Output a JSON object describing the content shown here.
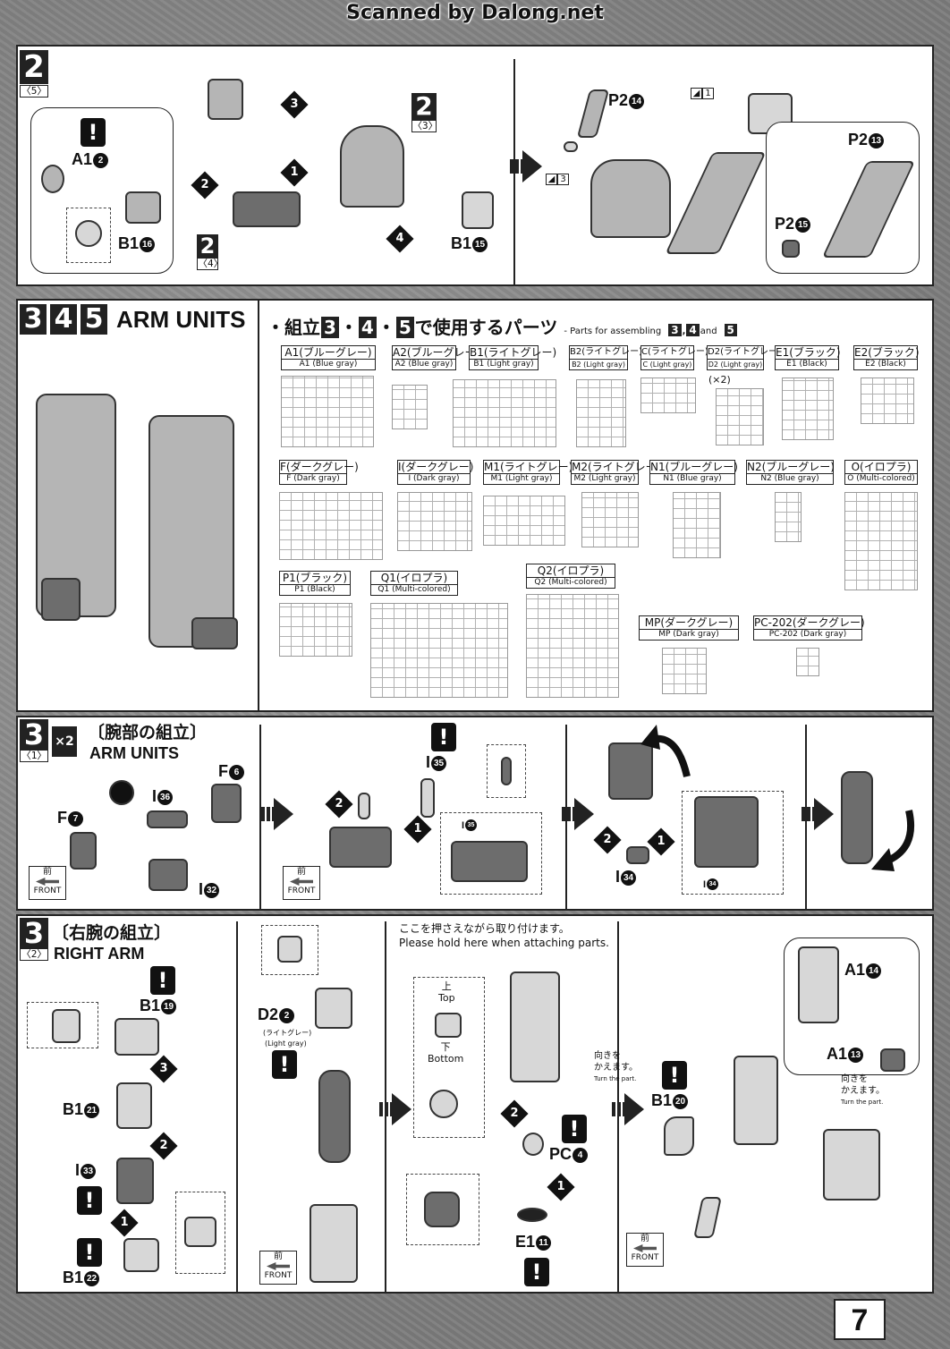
{
  "header": {
    "credit": "Scanned by Dalong.net"
  },
  "step2": {
    "number": "2",
    "sub": "5",
    "inner_step": {
      "number": "2",
      "sub": "3"
    },
    "inner_step_left": {
      "number": "2",
      "sub": "4"
    },
    "parts": {
      "a1": "A1",
      "a1_n": "2",
      "b1a": "B1",
      "b1a_n": "16",
      "b1b": "B1",
      "b1b_n": "15",
      "p2a": "P2",
      "p2a_n": "14",
      "p2b": "P2",
      "p2b_n": "13",
      "p2c": "P2",
      "p2c_n": "15"
    },
    "seq": [
      "1",
      "2",
      "3",
      "4"
    ],
    "tags": [
      "1",
      "3"
    ]
  },
  "step345": {
    "nums": [
      "3",
      "4",
      "5"
    ],
    "title": "ARM UNITS",
    "parts_heading_jp_pre": "・組立",
    "parts_heading_jp_post": "で使用するパーツ",
    "parts_heading_en": "- Parts for assembling",
    "parts_heading_and": "and",
    "runners": [
      {
        "jp": "A1(ブルーグレー)",
        "en": "A1 (Blue gray)"
      },
      {
        "jp": "A2(ブルーグレー)",
        "en": "A2 (Blue gray)"
      },
      {
        "jp": "B1(ライトグレー)",
        "en": "B1 (Light gray)"
      },
      {
        "jp": "B2(ライトグレー)",
        "en": "B2 (Light gray)"
      },
      {
        "jp": "C(ライトグレー)",
        "en": "C (Light gray)"
      },
      {
        "jp": "D2(ライトグレー)",
        "en": "D2 (Light gray)"
      },
      {
        "jp": "E1(ブラック)",
        "en": "E1 (Black)"
      },
      {
        "jp": "E2(ブラック)",
        "en": "E2 (Black)"
      },
      {
        "jp": "F(ダークグレー)",
        "en": "F (Dark gray)"
      },
      {
        "jp": "I(ダークグレー)",
        "en": "I (Dark gray)"
      },
      {
        "jp": "M1(ライトグレー)",
        "en": "M1 (Light gray)"
      },
      {
        "jp": "M2(ライトグレー)",
        "en": "M2 (Light gray)"
      },
      {
        "jp": "N1(ブルーグレー)",
        "en": "N1 (Blue gray)"
      },
      {
        "jp": "N2(ブルーグレー)",
        "en": "N2 (Blue gray)"
      },
      {
        "jp": "O(イロプラ)",
        "en": "O (Multi-colored)"
      },
      {
        "jp": "P1(ブラック)",
        "en": "P1 (Black)"
      },
      {
        "jp": "Q1(イロプラ)",
        "en": "Q1 (Multi-colored)"
      },
      {
        "jp": "Q2(イロプラ)",
        "en": "Q2 (Multi-colored)"
      },
      {
        "jp": "MP(ダークグレー)",
        "en": "MP (Dark gray)"
      },
      {
        "jp": "PC-202(ダークグレー)",
        "en": "PC-202 (Dark gray)"
      }
    ],
    "d2_multiplier": "(×2)"
  },
  "step3_1": {
    "number": "3",
    "sub": "1",
    "multiplier": "×2",
    "title_jp": "〔腕部の組立〕",
    "title_en": "ARM UNITS",
    "parts": {
      "f6": "F",
      "f6_n": "6",
      "f7": "F",
      "f7_n": "7",
      "i36": "I",
      "i36_n": "36",
      "i32": "I",
      "i32_n": "32",
      "i35": "I",
      "i35_n": "35",
      "i35b": "I",
      "i35b_n": "35",
      "i34": "I",
      "i34_n": "34",
      "i34b": "I",
      "i34b_n": "34"
    },
    "front_kanji": "前",
    "front_en": "FRONT"
  },
  "step3_2": {
    "number": "3",
    "sub": "2",
    "title_jp": "〔右腕の組立〕",
    "title_en": "RIGHT ARM",
    "parts": {
      "b1_19": "B1",
      "b1_19_n": "19",
      "b1_21": "B1",
      "b1_21_n": "21",
      "i33": "I",
      "i33_n": "33",
      "b1_22": "B1",
      "b1_22_n": "22",
      "d2": "D2",
      "d2_n": "2",
      "pc4": "PC",
      "pc4_n": "4",
      "e1": "E1",
      "e1_n": "11",
      "b1_20": "B1",
      "b1_20_n": "20",
      "a1_14": "A1",
      "a1_14_n": "14",
      "a1_13": "A1",
      "a1_13_n": "13"
    },
    "d2_color_jp": "(ライトグレー)",
    "d2_color_en": "(Light gray)",
    "hold_note_jp": "ここを押さえながら取り付けます。",
    "hold_note_en": "Please hold here when attaching parts.",
    "top_jp": "上",
    "top_en": "Top",
    "bottom_jp": "下",
    "bottom_en": "Bottom",
    "turn_jp_1": "向きを",
    "turn_jp_2": "かえます。",
    "turn_en": "Turn the part.",
    "front_kanji": "前",
    "front_en": "FRONT"
  },
  "page_number": "7"
}
